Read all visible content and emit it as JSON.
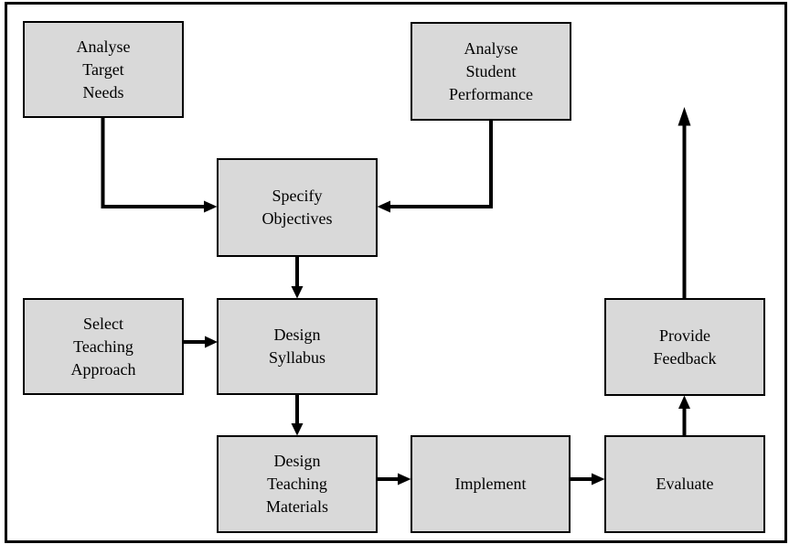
{
  "colors": {
    "background": "#ffffff",
    "frame_border": "#000000",
    "node_fill": "#d9d9d9",
    "node_border": "#000000",
    "arrow": "#000000"
  },
  "nodes": {
    "analyse_target_needs": {
      "label": "Analyse\nTarget\nNeeds"
    },
    "analyse_student_performance": {
      "label": "Analyse\nStudent\nPerformance"
    },
    "specify_objectives": {
      "label": "Specify\nObjectives"
    },
    "select_teaching_approach": {
      "label": "Select\nTeaching\nApproach"
    },
    "design_syllabus": {
      "label": "Design\nSyllabus"
    },
    "design_teaching_materials": {
      "label": "Design\nTeaching\nMaterials"
    },
    "implement": {
      "label": "Implement"
    },
    "evaluate": {
      "label": "Evaluate"
    },
    "provide_feedback": {
      "label": "Provide\nFeedback"
    }
  },
  "edges": [
    {
      "from": "Analyse Target Needs",
      "to": "Specify Objectives"
    },
    {
      "from": "Analyse Student Performance",
      "to": "Specify Objectives"
    },
    {
      "from": "Specify Objectives",
      "to": "Design Syllabus"
    },
    {
      "from": "Select Teaching Approach",
      "to": "Design Syllabus"
    },
    {
      "from": "Design Syllabus",
      "to": "Design Teaching Materials"
    },
    {
      "from": "Design Teaching Materials",
      "to": "Implement"
    },
    {
      "from": "Implement",
      "to": "Evaluate"
    },
    {
      "from": "Evaluate",
      "to": "Provide Feedback"
    },
    {
      "from": "Provide Feedback",
      "to": "upward-exit"
    }
  ]
}
